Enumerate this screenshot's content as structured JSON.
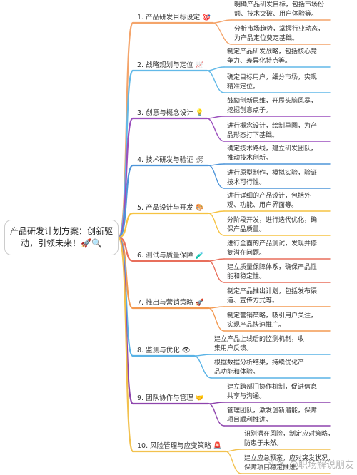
{
  "root": {
    "line1": "产品研发计划方案：创新驱",
    "line2": "动，引领未来！🚀🔍"
  },
  "branches": [
    {
      "label": "1. 产品研发目标设定 🎯",
      "color": "#f4a46a",
      "children": [
        {
          "lines": [
            "明确产品研发目标，包括市场份",
            "额、技术突破、用户体验等。"
          ]
        },
        {
          "lines": [
            "分析市场趋势，掌握行业动态，",
            "为产品定位奠定基础。"
          ]
        }
      ]
    },
    {
      "label": "2. 战略规划与定位 📈",
      "color": "#62b9e8",
      "children": [
        {
          "lines": [
            "制定产品研发战略，包括核心竞",
            "争力、差异化特点等。"
          ]
        },
        {
          "lines": [
            "确定目标用户，细分市场，实现",
            "精准定位。"
          ]
        }
      ]
    },
    {
      "label": "3. 创意与概念设计 💡",
      "color": "#9b4fbd",
      "children": [
        {
          "lines": [
            "鼓励创新思维，开展头脑风暴，",
            "挖掘创意点子。"
          ]
        },
        {
          "lines": [
            "进行概念设计，绘制草图，为产",
            "品形态打下基础。"
          ]
        }
      ]
    },
    {
      "label": "4. 技术研发与验证 🛠",
      "color": "#4e95d9",
      "children": [
        {
          "lines": [
            "确定技术路线，建立研发团队，",
            "推动技术创新。"
          ]
        },
        {
          "lines": [
            "进行原型制作，模拟实验，验证",
            "技术可行性。"
          ]
        }
      ]
    },
    {
      "label": "5. 产品设计与开发 🎨",
      "color": "#f6c342",
      "children": [
        {
          "lines": [
            "进行详细的产品设计，包括外",
            "观、功能、用户界面等。"
          ]
        },
        {
          "lines": [
            "分阶段开发，进行迭代优化，确",
            "保产品质量。"
          ]
        }
      ]
    },
    {
      "label": "6. 测试与质量保障 🧪",
      "color": "#e86f5c",
      "children": [
        {
          "lines": [
            "进行全面的产品测试，发现并修",
            "复潜在问题。"
          ]
        },
        {
          "lines": [
            "建立质量保障体系，确保产品性",
            "能和稳定性。"
          ]
        }
      ]
    },
    {
      "label": "7. 推出与营销策略 🚀",
      "color": "#f39a52",
      "children": [
        {
          "lines": [
            "制定产品推出计划，包括发布渠",
            "道、宣传方式等。"
          ]
        },
        {
          "lines": [
            "制定营销策略，吸引用户关注，",
            "实现产品快速推广。"
          ]
        }
      ]
    },
    {
      "label": "8. 监测与优化 👁",
      "color": "#5ab3e6",
      "children": [
        {
          "lines": [
            "建立产品上线后的监测机制，收",
            "集用户反馈。"
          ]
        },
        {
          "lines": [
            "根据数据分析结果，持续优化产",
            "品功能和体验。"
          ]
        }
      ]
    },
    {
      "label": "9. 团队协作与管理 🤝",
      "color": "#8e44ad",
      "children": [
        {
          "lines": [
            "建立跨部门协作机制，促进信息",
            "共享与沟通。"
          ]
        },
        {
          "lines": [
            "管理团队，激发创新潜能，保障",
            "项目顺利推进。"
          ]
        }
      ]
    },
    {
      "label": "10. 风险管理与应变策略 🚨",
      "color": "#f2c14e",
      "children": [
        {
          "lines": [
            "识别潜在风险，制定应对策略，",
            "防患于未然。"
          ]
        },
        {
          "lines": [
            "建立应急预案，应对突发状况，",
            "保障项目稳定推进。"
          ]
        }
      ]
    }
  ],
  "watermark": "头条 @职场解说朋友"
}
